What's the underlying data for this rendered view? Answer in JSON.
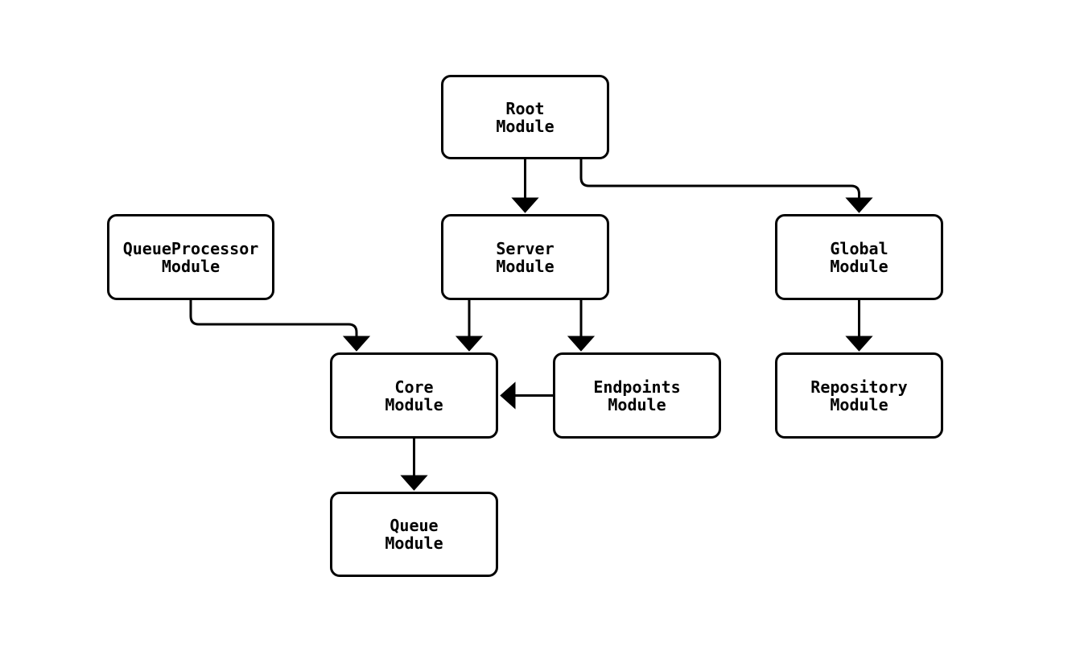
{
  "diagram": {
    "type": "flowchart",
    "description": "Module dependency graph",
    "colors": {
      "background": "#ffffff",
      "box_fill": "#ffffff",
      "stroke": "#000000",
      "text": "#000000"
    },
    "nodes": {
      "root": {
        "title": "Root",
        "subtitle": "Module"
      },
      "queueprocessor": {
        "title": "QueueProcessor",
        "subtitle": "Module"
      },
      "server": {
        "title": "Server",
        "subtitle": "Module"
      },
      "global": {
        "title": "Global",
        "subtitle": "Module"
      },
      "core": {
        "title": "Core",
        "subtitle": "Module"
      },
      "endpoints": {
        "title": "Endpoints",
        "subtitle": "Module"
      },
      "repository": {
        "title": "Repository",
        "subtitle": "Module"
      },
      "queue": {
        "title": "Queue",
        "subtitle": "Module"
      }
    },
    "edges": [
      {
        "from": "Root Module",
        "to": "Server Module"
      },
      {
        "from": "Root Module",
        "to": "Global Module"
      },
      {
        "from": "QueueProcessor Module",
        "to": "Core Module"
      },
      {
        "from": "Server Module",
        "to": "Core Module"
      },
      {
        "from": "Server Module",
        "to": "Endpoints Module"
      },
      {
        "from": "Endpoints Module",
        "to": "Core Module"
      },
      {
        "from": "Global Module",
        "to": "Repository Module"
      },
      {
        "from": "Core Module",
        "to": "Queue Module"
      }
    ]
  }
}
